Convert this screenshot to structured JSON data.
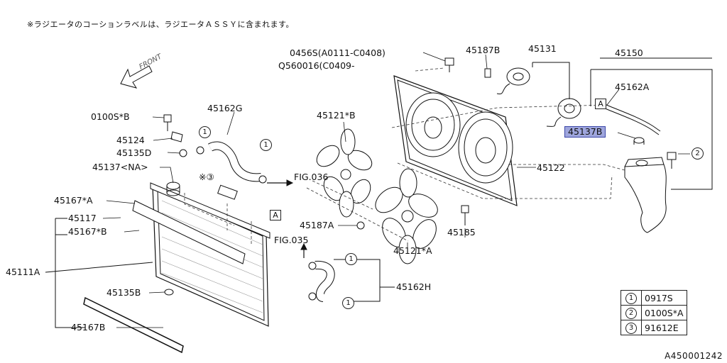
{
  "header_note": "※ラジエータのコーションラベルは、ラジエータＡＳＳＹに含まれます。",
  "direction_label": "FRONT",
  "image_ref": "A450001242",
  "callouts": {
    "p0456s": "0456S(A0111-C0408)",
    "q560016": "Q560016(C0409-",
    "p45187b": "45187B",
    "p45131": "45131",
    "p45150": "45150",
    "p45162a": "45162A",
    "p45137b": "45137B",
    "p0100sb": "0100S*B",
    "p45124": "45124",
    "p45135d": "45135D",
    "p45137na": "45137<NA>",
    "p45162g": "45162G",
    "p45121b": "45121*B",
    "fig036": "FIG.036",
    "p45122": "45122",
    "p45167a": "45167*A",
    "p45117": "45117",
    "p45167b_star": "45167*B",
    "p45111a": "45111A",
    "p45187a": "45187A",
    "p45185": "45185",
    "fig035": "FIG.035",
    "p45121a": "45121*A",
    "p45135b": "45135B",
    "p45162h": "45162H",
    "p45167b": "45167B",
    "ref3": "※③"
  },
  "markers": {
    "a": "A",
    "one": "1",
    "two": "2",
    "three": "3"
  },
  "legend": [
    {
      "key": "1",
      "part": "0917S"
    },
    {
      "key": "2",
      "part": "0100S*A"
    },
    {
      "key": "3",
      "part": "91612E"
    }
  ]
}
